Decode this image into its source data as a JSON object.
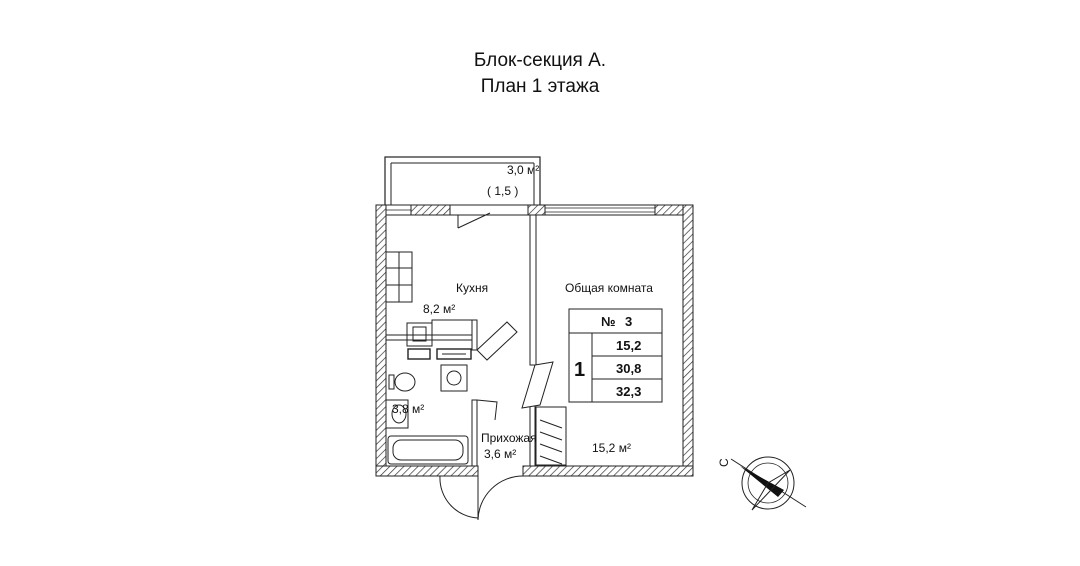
{
  "header": {
    "title_line1": "Блок-секция А.",
    "title_line2": "План 1 этажа"
  },
  "rooms": {
    "balcony_area": "3,0 м²",
    "balcony_coef": "( 1,5 )",
    "kitchen_name": "Кухня",
    "kitchen_area": "8,2 м²",
    "bath_area": "3,8 м²",
    "hall_name": "Прихожая",
    "hall_area": "3,6 м²",
    "living_name": "Общая комната",
    "living_area": "15,2 м²"
  },
  "info_table": {
    "number_label": "№",
    "number_value": "3",
    "rooms_count": "1",
    "values": [
      "15,2",
      "30,8",
      "32,3"
    ]
  },
  "compass": {
    "north_label": "С"
  }
}
